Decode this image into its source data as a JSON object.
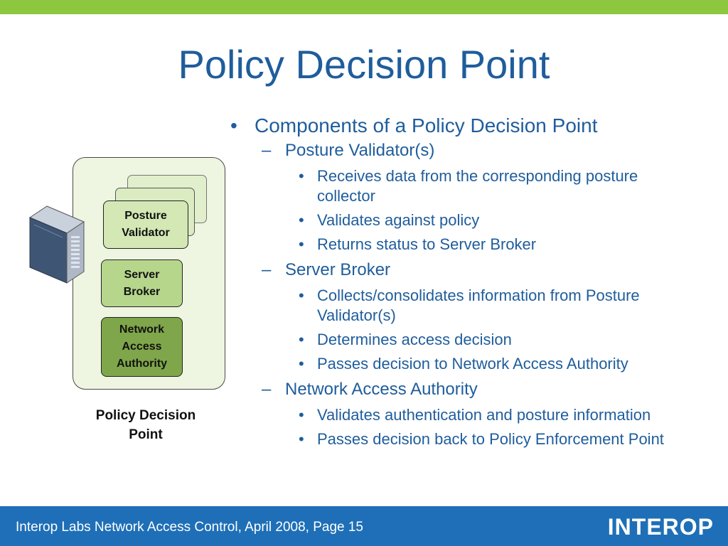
{
  "title": "Policy Decision Point",
  "colors": {
    "accent_green": "#8dc63f",
    "title_blue": "#1f5d9c",
    "footer_blue": "#1e6fb7"
  },
  "diagram": {
    "icon": "server-tower-icon",
    "nodes": {
      "posture_validator": "Posture\nValidator",
      "server_broker": "Server\nBroker",
      "network_access_authority": "Network\nAccess\nAuthority"
    },
    "caption": "Policy Decision\nPoint"
  },
  "bullets": {
    "heading": "Components of a Policy Decision Point",
    "sections": [
      {
        "label": "Posture Validator(s)",
        "items": [
          "Receives data from the corresponding posture collector",
          "Validates against policy",
          "Returns status to Server Broker"
        ]
      },
      {
        "label": "Server Broker",
        "items": [
          "Collects/consolidates information from Posture Validator(s)",
          "Determines access decision",
          "Passes decision to Network Access Authority"
        ]
      },
      {
        "label": "Network Access Authority",
        "items": [
          "Validates authentication and posture information",
          "Passes decision back to Policy Enforcement Point"
        ]
      }
    ]
  },
  "footer": {
    "text": "Interop Labs Network Access Control, April 2008, Page 15",
    "logo": "INTEROP"
  }
}
